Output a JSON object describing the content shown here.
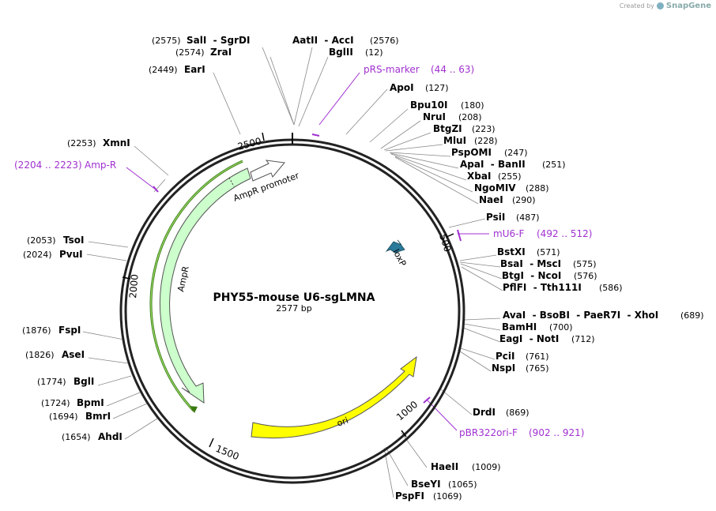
{
  "credit": {
    "created_by": "Created by",
    "brand": "SnapGene"
  },
  "plasmid": {
    "name": "PHY55-mouse U6-sgLMNA",
    "length": "2577 bp"
  },
  "ticks": [
    "500",
    "1000",
    "1500",
    "2000",
    "2500"
  ],
  "sites": [
    {
      "id": "s2575",
      "pos": "(2575)",
      "enz": "SalI  - SgrDI"
    },
    {
      "id": "s2574",
      "pos": "(2574)",
      "enz": "ZraI"
    },
    {
      "id": "s2449",
      "pos": "(2449)",
      "enz": "EarI"
    },
    {
      "id": "s2576",
      "pos": "(2576)",
      "enz": "AatII  - AccI"
    },
    {
      "id": "s12",
      "pos": "(12)",
      "enz": "BglII"
    },
    {
      "id": "s127",
      "pos": "(127)",
      "enz": "ApoI"
    },
    {
      "id": "s180",
      "pos": "(180)",
      "enz": "Bpu10I"
    },
    {
      "id": "s208",
      "pos": "(208)",
      "enz": "NruI"
    },
    {
      "id": "s223",
      "pos": "(223)",
      "enz": "BtgZI"
    },
    {
      "id": "s228",
      "pos": "(228)",
      "enz": "MluI"
    },
    {
      "id": "s247",
      "pos": "(247)",
      "enz": "PspOMI"
    },
    {
      "id": "s251",
      "pos": "(251)",
      "enz": "ApaI  - BanII"
    },
    {
      "id": "s255",
      "pos": "(255)",
      "enz": "XbaI"
    },
    {
      "id": "s288",
      "pos": "(288)",
      "enz": "NgoMIV"
    },
    {
      "id": "s290",
      "pos": "(290)",
      "enz": "NaeI"
    },
    {
      "id": "s487",
      "pos": "(487)",
      "enz": "PsiI"
    },
    {
      "id": "s571",
      "pos": "(571)",
      "enz": "BstXI"
    },
    {
      "id": "s575",
      "pos": "(575)",
      "enz": "BsaI  - MscI"
    },
    {
      "id": "s576",
      "pos": "(576)",
      "enz": "BtgI  - NcoI"
    },
    {
      "id": "s586",
      "pos": "(586)",
      "enz": "PflFI  - Tth111I"
    },
    {
      "id": "s689",
      "pos": "(689)",
      "enz": "AvaI  - BsoBI  - PaeR7I  - XhoI"
    },
    {
      "id": "s700",
      "pos": "(700)",
      "enz": "BamHI"
    },
    {
      "id": "s712",
      "pos": "(712)",
      "enz": "EagI  - NotI"
    },
    {
      "id": "s761",
      "pos": "(761)",
      "enz": "PciI"
    },
    {
      "id": "s765",
      "pos": "(765)",
      "enz": "NspI"
    },
    {
      "id": "s869",
      "pos": "(869)",
      "enz": "DrdI"
    },
    {
      "id": "s1009",
      "pos": "(1009)",
      "enz": "HaeII"
    },
    {
      "id": "s1065",
      "pos": "(1065)",
      "enz": "BseYI"
    },
    {
      "id": "s1069",
      "pos": "(1069)",
      "enz": "PspFI"
    },
    {
      "id": "s1654",
      "pos": "(1654)",
      "enz": "AhdI"
    },
    {
      "id": "s1694",
      "pos": "(1694)",
      "enz": "BmrI"
    },
    {
      "id": "s1724",
      "pos": "(1724)",
      "enz": "BpmI"
    },
    {
      "id": "s1774",
      "pos": "(1774)",
      "enz": "BglI"
    },
    {
      "id": "s1826",
      "pos": "(1826)",
      "enz": "AseI"
    },
    {
      "id": "s1876",
      "pos": "(1876)",
      "enz": "FspI"
    },
    {
      "id": "s2024",
      "pos": "(2024)",
      "enz": "PvuI"
    },
    {
      "id": "s2053",
      "pos": "(2053)",
      "enz": "TsoI"
    },
    {
      "id": "s2253",
      "pos": "(2253)",
      "enz": "XmnI"
    }
  ],
  "primers": [
    {
      "id": "prs",
      "name": "pRS-marker",
      "range": "(44 .. 63)"
    },
    {
      "id": "u6f",
      "name": "mU6-F",
      "range": "(492 .. 512)"
    },
    {
      "id": "pbr",
      "name": "pBR322ori-F",
      "range": "(902 .. 921)"
    },
    {
      "id": "ampr",
      "name": "Amp-R",
      "range": "(2204 .. 2223)"
    }
  ],
  "features": {
    "ampr": "AmpR",
    "ampr_promoter": "AmpR promoter",
    "ori": "ori",
    "loxp": "loxP"
  },
  "colors": {
    "primer": "#a030d0",
    "ampr": "#ccffcc",
    "ori": "#ffff00",
    "loxp": "#2a7a9a",
    "ampr_primer_line": "#7ac020"
  }
}
